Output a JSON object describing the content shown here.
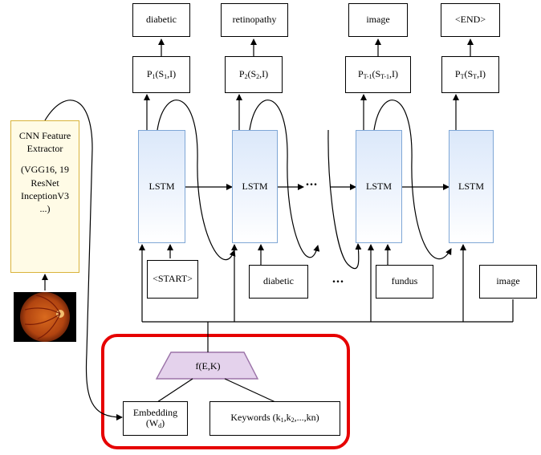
{
  "outputs": [
    {
      "word": "diabetic",
      "prob_parts": [
        "P",
        "1",
        "(S",
        "1",
        ",I)"
      ]
    },
    {
      "word": "retinopathy",
      "prob_parts": [
        "P",
        "2",
        "(S",
        "2",
        ",I)"
      ]
    },
    {
      "word": "image",
      "prob_parts": [
        "P",
        "T-1",
        "(S",
        "T-1",
        ",I)"
      ]
    },
    {
      "word": "<END>",
      "prob_parts": [
        "P",
        "T",
        "(S",
        "T",
        ",I)"
      ]
    }
  ],
  "lstm_label": "LSTM",
  "inputs": [
    "<START>",
    "diabetic",
    "fundus",
    "image"
  ],
  "ellipsis": "...",
  "cnn": {
    "line1": "CNN Feature",
    "line2": "Extractor",
    "line3": "(VGG16, 19",
    "line4": "ResNet",
    "line5": "InceptionV3",
    "line6": "...)"
  },
  "fusion": {
    "label": "f(E,K)"
  },
  "embedding": {
    "line1": "Embedding",
    "line2_prefix": "(W",
    "line2_sub": "d",
    "line2_suffix": ")"
  },
  "keywords": {
    "prefix": "Keywords (k",
    "sub1": "1",
    "mid1": ",k",
    "sub2": "2",
    "mid2": ",...,",
    "suffix": "kn)"
  },
  "colors": {
    "lstm_fill": "#dbe8fa",
    "lstm_border": "#7fa7d6",
    "cnn_fill": "#fffbe6",
    "cnn_border": "#d9b33a",
    "trapezoid_fill": "#e4d2ec",
    "trapezoid_border": "#9b73a8",
    "highlight": "#e60000"
  }
}
